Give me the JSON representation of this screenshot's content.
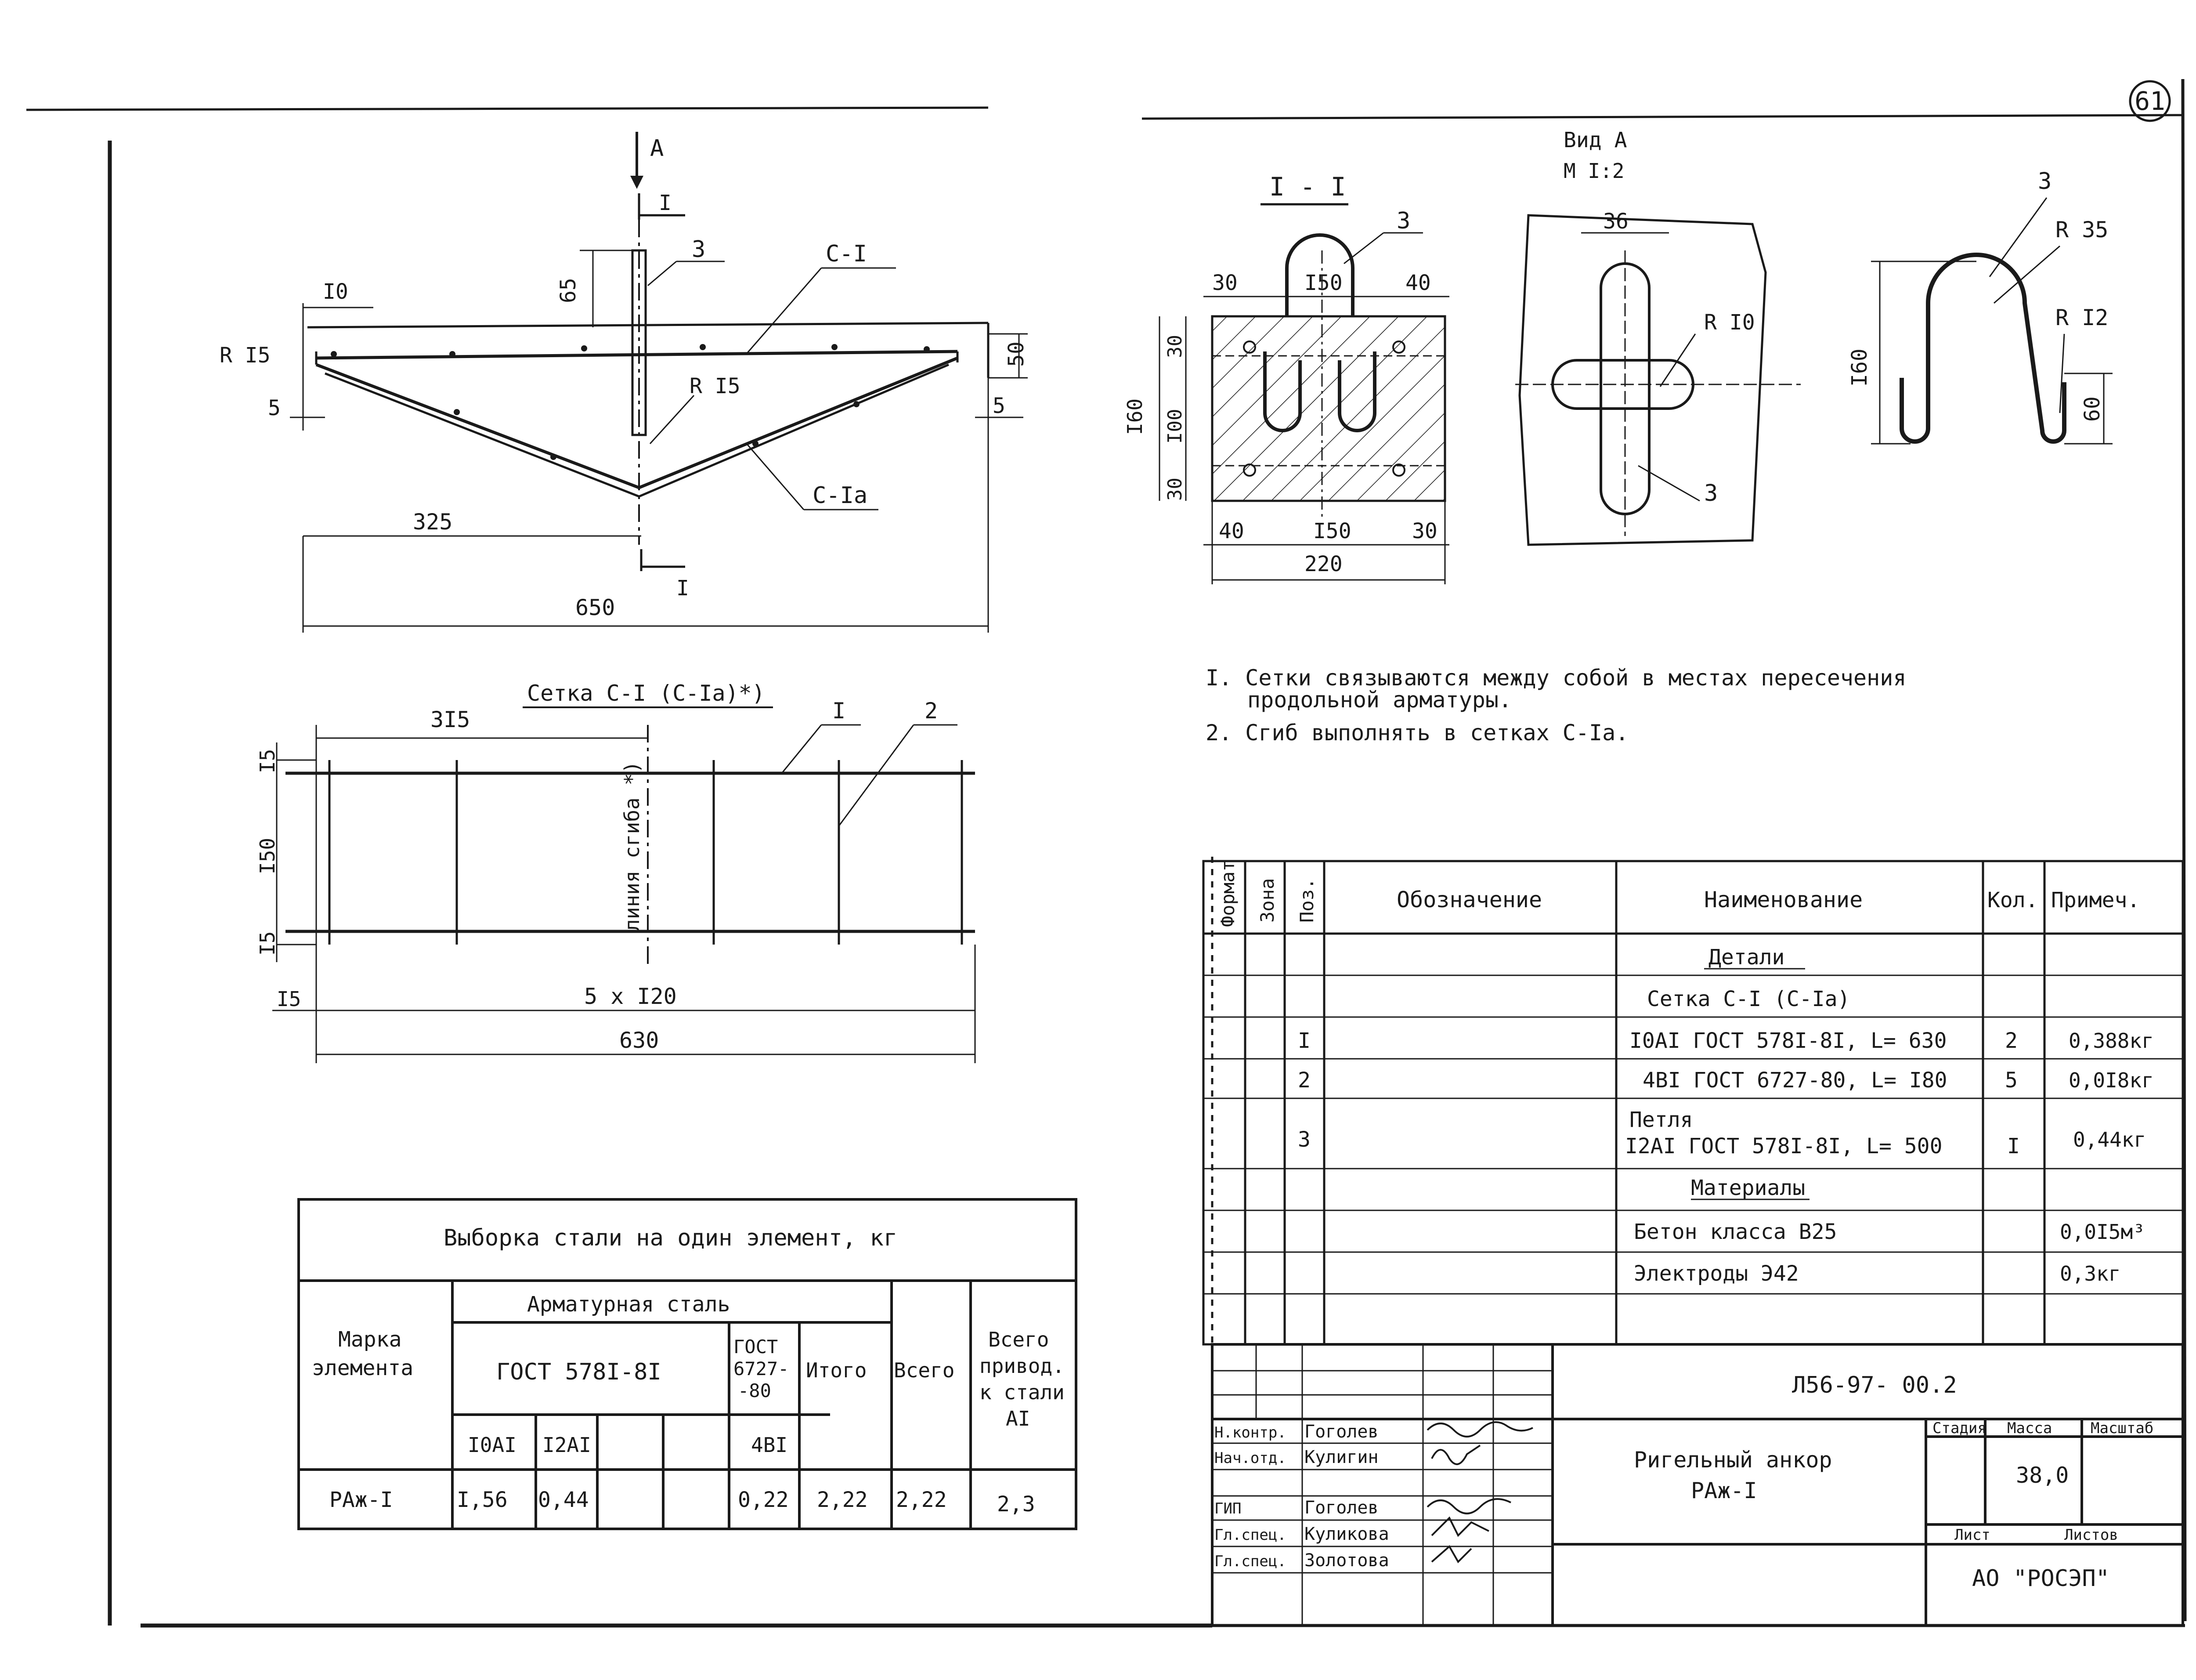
{
  "page_number": "61",
  "left_drawing": {
    "view_letter": "А",
    "section_mark": "I",
    "dims": {
      "d10": "I0",
      "d65": "65",
      "d50": "50",
      "d5_left": "5",
      "d5_right": "5",
      "d325": "325",
      "d650": "650",
      "r15": "R I5",
      "r15_inner": "R I5"
    },
    "labels": {
      "pos3": "3",
      "c1": "С-I",
      "c1a": "С-Iа"
    }
  },
  "mesh": {
    "title": "Сетка С-I (С-Iа)*)",
    "pos1": "I",
    "pos2": "2",
    "dims": {
      "d315": "3I5",
      "d15_top": "I5",
      "d150": "I50",
      "d15_bottom": "I5",
      "d15_left": "I5",
      "d5x120": "5 x I20",
      "d630": "630"
    },
    "bend_line": "линия сгиба *)"
  },
  "section": {
    "title": "I - I",
    "pos3": "3",
    "dims": {
      "d30_top": "30",
      "d150_top": "I50",
      "d40_top": "40",
      "d160": "I60",
      "d30_l1": "30",
      "d100": "I00",
      "d30_l2": "30",
      "d40_bot": "40",
      "d150_bot": "I50",
      "d30_bot": "30",
      "d220": "220"
    }
  },
  "view_a": {
    "title": "Вид А",
    "scale": "М I:2",
    "d36": "36",
    "r10": "R I0",
    "pos3": "3"
  },
  "loop": {
    "pos3": "3",
    "r35": "R 35",
    "r12": "R I2",
    "d160": "I60",
    "d60": "60"
  },
  "notes": [
    "I. Сетки связываются между собой в местах пересечения",
    "продольной арматуры.",
    "2. Сгиб выполнять в сетках С-Iа."
  ],
  "steel_table": {
    "title": "Выборка стали на один элемент, кг",
    "col_mark": [
      "Марка",
      "элемента"
    ],
    "col_rebar": "Арматурная сталь",
    "gost1": "ГОСТ 578I-8I",
    "gost2": [
      "ГОСТ",
      "6727-",
      "-80"
    ],
    "col_total": "Итого",
    "col_all": "Всего",
    "col_all_ai": [
      "Всего",
      "привод.",
      "к стали",
      "АI"
    ],
    "sub": [
      "I0АI",
      "I2АI",
      "",
      "",
      "4BI"
    ],
    "row": {
      "mark": "РАж-I",
      "v1": "I,56",
      "v2": "0,44",
      "v3": "",
      "v4": "",
      "v5": "0,22",
      "total": "2,22",
      "all": "2,22",
      "ai": "2,3"
    }
  },
  "spec_table": {
    "headers": {
      "format": "Формат",
      "zone": "Зона",
      "pos": "Поз.",
      "designation": "Обозначение",
      "name": "Наименование",
      "qty": "Кол.",
      "note": "Примеч."
    },
    "rows": [
      {
        "pos": "",
        "name": "Детали",
        "qty": "",
        "note": "",
        "underline": true,
        "center": true
      },
      {
        "pos": "",
        "name": "Сетка С-I (С-Iа)",
        "qty": "",
        "note": ""
      },
      {
        "pos": "I",
        "name": "I0АI ГОСТ 578I-8I, L= 630",
        "qty": "2",
        "note": "0,388кг"
      },
      {
        "pos": "2",
        "name": "4BI ГОСТ 6727-80, L= I80",
        "qty": "5",
        "note": "0,0I8кг"
      },
      {
        "pos": "3",
        "name": "Петля",
        "name2": "I2АI ГОСТ 578I-8I, L= 500",
        "qty": "I",
        "note": "0,44кг"
      },
      {
        "pos": "",
        "name": "Материалы",
        "qty": "",
        "note": "",
        "underline": true,
        "center": true
      },
      {
        "pos": "",
        "name": "Бетон класса В25",
        "qty": "",
        "note": "0,0I5м³"
      },
      {
        "pos": "",
        "name": "Электроды Э42",
        "qty": "",
        "note": "0,3кг"
      },
      {
        "pos": "",
        "name": "",
        "qty": "",
        "note": ""
      }
    ]
  },
  "title_block": {
    "doc_number": "Л56-97- 00.2",
    "title_line1": "Ригельный анкор",
    "title_line2": "РАж-I",
    "stage_label": "Стадия",
    "mass_label": "Масса",
    "scale_label": "Масштаб",
    "mass_value": "38,0",
    "sheet_label": "Лист",
    "sheets_label": "Листов",
    "org": "АО \"РОСЭП\"",
    "signers": [
      {
        "role": "Н.контр.",
        "name": "Гоголев"
      },
      {
        "role": "Нач.отд.",
        "name": "Кулигин"
      },
      {
        "role": "",
        "name": ""
      },
      {
        "role": "ГИП",
        "name": "Гоголев"
      },
      {
        "role": "Гл.спец.",
        "name": "Куликова"
      },
      {
        "role": "Гл.спец.",
        "name": "Золотова"
      }
    ]
  }
}
